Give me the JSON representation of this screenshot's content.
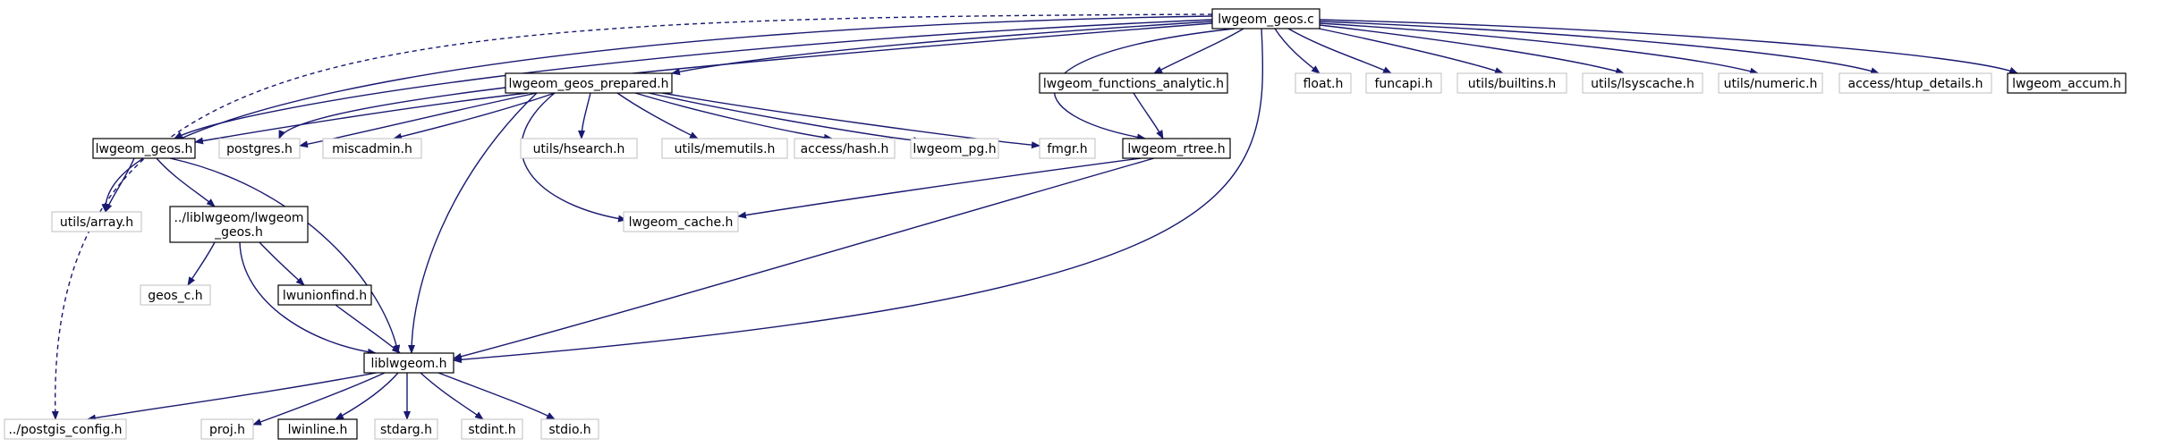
{
  "colors": {
    "edge": "#191970",
    "root_fill": "#bfbfbf",
    "documented_border": "#000000",
    "external_border": "#bfbfbf"
  },
  "nodes": [
    {
      "id": "root",
      "label": "lwgeom_geos.c",
      "kind": "root"
    },
    {
      "id": "prepared",
      "label": "lwgeom_geos_prepared.h",
      "kind": "documented"
    },
    {
      "id": "analytic",
      "label": "lwgeom_functions_analytic.h",
      "kind": "documented"
    },
    {
      "id": "floath",
      "label": "float.h",
      "kind": "external"
    },
    {
      "id": "funcapi",
      "label": "funcapi.h",
      "kind": "external"
    },
    {
      "id": "builtins",
      "label": "utils/builtins.h",
      "kind": "external"
    },
    {
      "id": "lsyscache",
      "label": "utils/lsyscache.h",
      "kind": "external"
    },
    {
      "id": "numeric",
      "label": "utils/numeric.h",
      "kind": "external"
    },
    {
      "id": "htup",
      "label": "access/htup_details.h",
      "kind": "external"
    },
    {
      "id": "accum",
      "label": "lwgeom_accum.h",
      "kind": "documented"
    },
    {
      "id": "geosh",
      "label": "lwgeom_geos.h",
      "kind": "documented"
    },
    {
      "id": "postgres",
      "label": "postgres.h",
      "kind": "external"
    },
    {
      "id": "miscadmin",
      "label": "miscadmin.h",
      "kind": "external"
    },
    {
      "id": "hsearch",
      "label": "utils/hsearch.h",
      "kind": "external"
    },
    {
      "id": "memutils",
      "label": "utils/memutils.h",
      "kind": "external"
    },
    {
      "id": "hash",
      "label": "access/hash.h",
      "kind": "external"
    },
    {
      "id": "pg",
      "label": "lwgeom_pg.h",
      "kind": "external"
    },
    {
      "id": "fmgr",
      "label": "fmgr.h",
      "kind": "external"
    },
    {
      "id": "rtree",
      "label": "lwgeom_rtree.h",
      "kind": "documented"
    },
    {
      "id": "array",
      "label": "utils/array.h",
      "kind": "external"
    },
    {
      "id": "libgeos",
      "label": [
        "../liblwgeom/lwgeom",
        "_geos.h"
      ],
      "kind": "documented"
    },
    {
      "id": "cache",
      "label": "lwgeom_cache.h",
      "kind": "external"
    },
    {
      "id": "geosc",
      "label": "geos_c.h",
      "kind": "external"
    },
    {
      "id": "unionfind",
      "label": "lwunionfind.h",
      "kind": "documented"
    },
    {
      "id": "liblwgeom",
      "label": "liblwgeom.h",
      "kind": "documented"
    },
    {
      "id": "config",
      "label": "../postgis_config.h",
      "kind": "external"
    },
    {
      "id": "proj",
      "label": "proj.h",
      "kind": "external"
    },
    {
      "id": "inline",
      "label": "lwinline.h",
      "kind": "documented"
    },
    {
      "id": "stdarg",
      "label": "stdarg.h",
      "kind": "external"
    },
    {
      "id": "stdint",
      "label": "stdint.h",
      "kind": "external"
    },
    {
      "id": "stdio",
      "label": "stdio.h",
      "kind": "external"
    }
  ],
  "edges": [
    {
      "from": "root",
      "to": "prepared"
    },
    {
      "from": "root",
      "to": "analytic"
    },
    {
      "from": "root",
      "to": "floath"
    },
    {
      "from": "root",
      "to": "funcapi"
    },
    {
      "from": "root",
      "to": "builtins"
    },
    {
      "from": "root",
      "to": "lsyscache"
    },
    {
      "from": "root",
      "to": "numeric"
    },
    {
      "from": "root",
      "to": "htup"
    },
    {
      "from": "root",
      "to": "accum"
    },
    {
      "from": "root",
      "to": "geosh"
    },
    {
      "from": "root",
      "to": "postgres"
    },
    {
      "from": "root",
      "to": "array"
    },
    {
      "from": "root",
      "to": "config",
      "style": "dashed"
    },
    {
      "from": "root",
      "to": "rtree"
    },
    {
      "from": "root",
      "to": "liblwgeom"
    },
    {
      "from": "prepared",
      "to": "geosh"
    },
    {
      "from": "prepared",
      "to": "postgres"
    },
    {
      "from": "prepared",
      "to": "miscadmin"
    },
    {
      "from": "prepared",
      "to": "hsearch"
    },
    {
      "from": "prepared",
      "to": "memutils"
    },
    {
      "from": "prepared",
      "to": "hash"
    },
    {
      "from": "prepared",
      "to": "pg"
    },
    {
      "from": "prepared",
      "to": "fmgr"
    },
    {
      "from": "prepared",
      "to": "cache"
    },
    {
      "from": "prepared",
      "to": "liblwgeom"
    },
    {
      "from": "analytic",
      "to": "rtree"
    },
    {
      "from": "rtree",
      "to": "cache"
    },
    {
      "from": "rtree",
      "to": "liblwgeom"
    },
    {
      "from": "geosh",
      "to": "array"
    },
    {
      "from": "geosh",
      "to": "libgeos"
    },
    {
      "from": "geosh",
      "to": "liblwgeom"
    },
    {
      "from": "libgeos",
      "to": "geosc"
    },
    {
      "from": "libgeos",
      "to": "unionfind"
    },
    {
      "from": "libgeos",
      "to": "liblwgeom"
    },
    {
      "from": "unionfind",
      "to": "liblwgeom"
    },
    {
      "from": "liblwgeom",
      "to": "config"
    },
    {
      "from": "liblwgeom",
      "to": "proj"
    },
    {
      "from": "liblwgeom",
      "to": "inline"
    },
    {
      "from": "liblwgeom",
      "to": "stdarg"
    },
    {
      "from": "liblwgeom",
      "to": "stdint"
    },
    {
      "from": "liblwgeom",
      "to": "stdio"
    }
  ]
}
